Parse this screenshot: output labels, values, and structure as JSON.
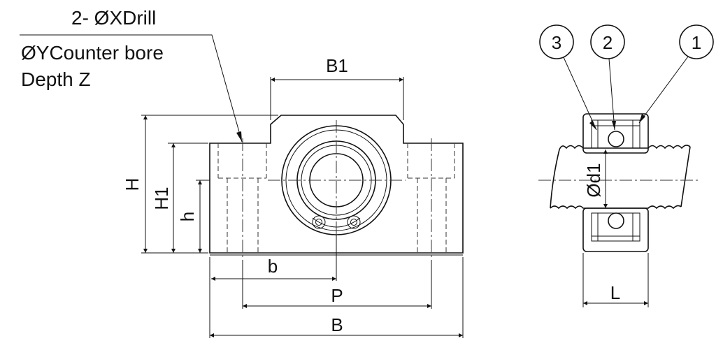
{
  "notes": {
    "drill": "2- ØXDrill",
    "counterbore": "ØYCounter bore",
    "depth": "Depth  Z"
  },
  "dimensions": {
    "B1": "B1",
    "H": "H",
    "H1": "H1",
    "h": "h",
    "b": "b",
    "P": "P",
    "B": "B",
    "d1": "Ød1",
    "L": "L"
  },
  "balloons": [
    "3",
    "2",
    "1"
  ],
  "colors": {
    "line": "#111111",
    "background": "#ffffff"
  }
}
